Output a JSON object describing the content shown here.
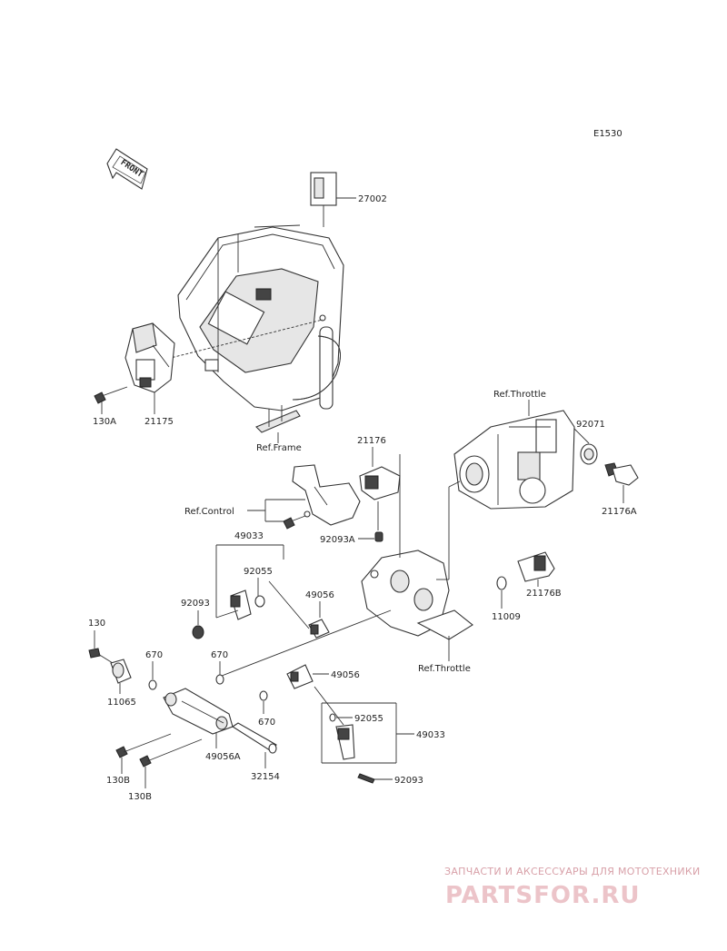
{
  "diagram_code": "E1530",
  "front_arrow": "FRONT",
  "part_numbers": {
    "p27002": "27002",
    "p21175": "21175",
    "p130A": "130A",
    "p21176": "21176",
    "p92071": "92071",
    "p21176A": "21176A",
    "p92093A": "92093A",
    "p49033_top": "49033",
    "p92055_top": "92055",
    "p92093_top": "92093",
    "p49056_top": "49056",
    "p21176B": "21176B",
    "p11009": "11009",
    "p130": "130",
    "p670_a": "670",
    "p670_b": "670",
    "p670_c": "670",
    "p11065": "11065",
    "p49056_mid": "49056",
    "p92055_bot": "92055",
    "p49033_bot": "49033",
    "p49056A": "49056A",
    "p32154": "32154",
    "p130B_a": "130B",
    "p130B_b": "130B",
    "p92093_bot": "92093"
  },
  "references": {
    "ref_frame": "Ref.Frame",
    "ref_control": "Ref.Control",
    "ref_throttle_top": "Ref.Throttle",
    "ref_throttle_bot": "Ref.Throttle"
  },
  "watermark": {
    "tagline": "ЗАПЧАСТИ И АКСЕССУАРЫ ДЛЯ МОТОТЕХНИКИ",
    "brand": "PARTSFOR.RU"
  }
}
